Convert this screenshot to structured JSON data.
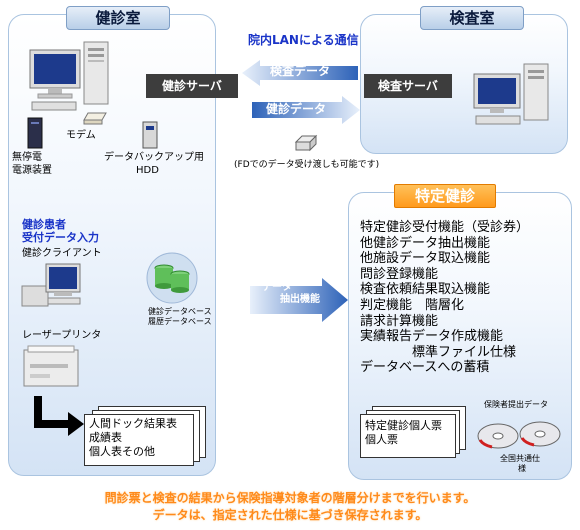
{
  "kenshinshitsu": {
    "title": "健診室",
    "server_label": "健診サーバ",
    "ups_label_1": "無停電",
    "ups_label_2": "電源装置",
    "modem_label": "モデム",
    "backup_label_1": "データバックアップ用",
    "backup_label_2": "HDD",
    "patient_input_1": "健診患者",
    "patient_input_2": "受付データ入力",
    "client_label": "健診クライアント",
    "db_label_1": "健診データベース",
    "db_label_2": "履歴データベース",
    "printer_label": "レーザープリンタ",
    "output_docs": [
      "人間ドック結果表",
      "成績表",
      "個人表その他"
    ]
  },
  "kensashitsu": {
    "title": "検査室",
    "server_label": "検査サーバ"
  },
  "network": {
    "title": "院内LANによる通信",
    "arrow_to_kenshin": "検査データ",
    "arrow_to_kensa": "健診データ",
    "fd_note": "(FDでのデータ受け渡しも可能です)"
  },
  "data_extract": {
    "label_1": "データ",
    "label_2": "抽出機能"
  },
  "tokutei": {
    "title": "特定健診",
    "functions": [
      "特定健診受付機能（受診券）",
      "他健診データ抽出機能",
      "他施設データ取込機能",
      "問診登録機能",
      "検査依頼結果取込機能",
      "判定機能　階層化",
      "請求計算機能",
      "実績報告データ作成機能",
      "　　　　標準ファイル仕様",
      "データベースへの蓄積"
    ],
    "ticket_lines": [
      "特定健診個人票",
      "個人票"
    ],
    "insurer_label": "保険者提出データ",
    "national_label_1": "全国共通仕",
    "national_label_2": "様"
  },
  "footer": {
    "line1": "問診票と検査の結果から保険指導対象者の階層分けまでを行います。",
    "line2": "データは、指定された仕様に基づき保存されます。"
  },
  "colors": {
    "accent_orange": "#ff8a1a",
    "arrow_blue": "#3a6fc4",
    "label_blue": "#1a34c8",
    "server_dark": "#3d3d3d"
  }
}
